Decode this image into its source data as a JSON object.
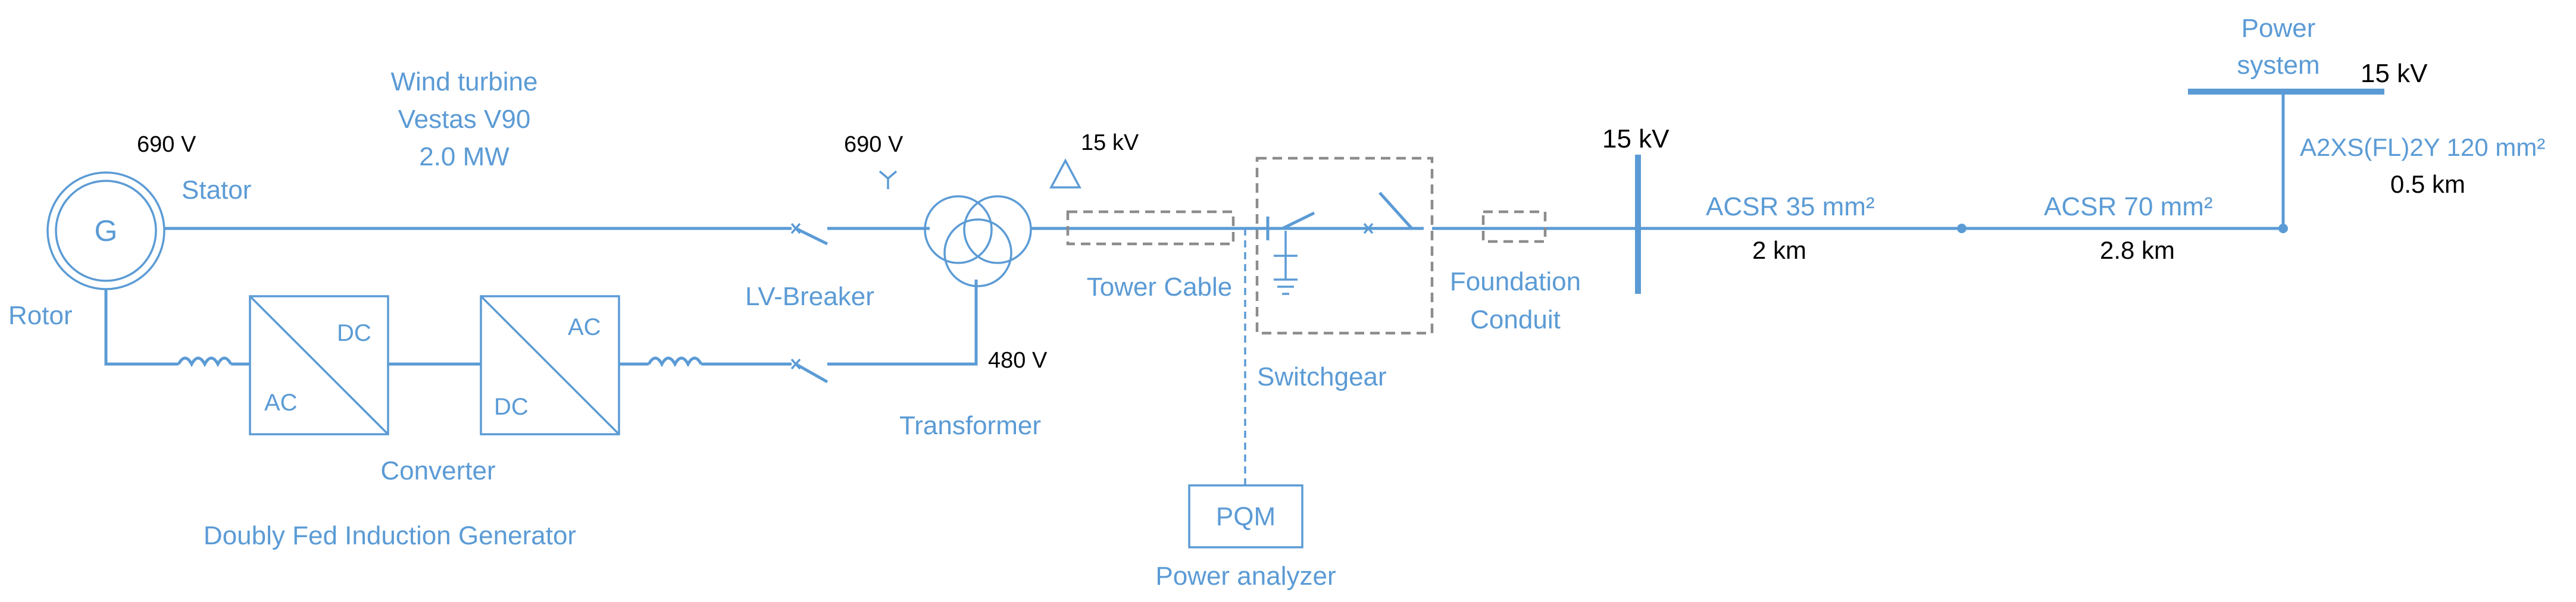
{
  "generator": {
    "symbol": "G",
    "stator_label": "Stator",
    "rotor_label": "Rotor",
    "voltage": "690 V"
  },
  "turbine": {
    "line1": "Wind turbine",
    "line2": "Vestas V90",
    "line3": "2.0 MW"
  },
  "converter": {
    "label": "Converter",
    "left_dc": "DC",
    "left_ac": "AC",
    "right_ac": "AC",
    "right_dc": "DC"
  },
  "dfig_label": "Doubly Fed Induction Generator",
  "lv_breaker_label": "LV-Breaker",
  "transformer": {
    "label": "Transformer",
    "primary_voltage": "690 V",
    "secondary_voltage": "15 kV",
    "tertiary_voltage": "480 V"
  },
  "tower_cable_label": "Tower Cable",
  "switchgear_label": "Switchgear",
  "pqm": {
    "box_label": "PQM",
    "caption": "Power analyzer"
  },
  "foundation": {
    "line1": "Foundation",
    "line2": "Conduit"
  },
  "bus_voltage": "15 kV",
  "line_a": {
    "type": "ACSR 35 mm²",
    "length": "2 km"
  },
  "line_b": {
    "type": "ACSR 70 mm²",
    "length": "2.8 km"
  },
  "power_system": {
    "line1": "Power",
    "line2": "system",
    "voltage": "15 kV"
  },
  "cable_c": {
    "type": "A2XS(FL)2Y 120 mm²",
    "length": "0.5 km"
  },
  "colors": {
    "accent": "#5b9bd5",
    "box_border": "#8c8c8c"
  }
}
